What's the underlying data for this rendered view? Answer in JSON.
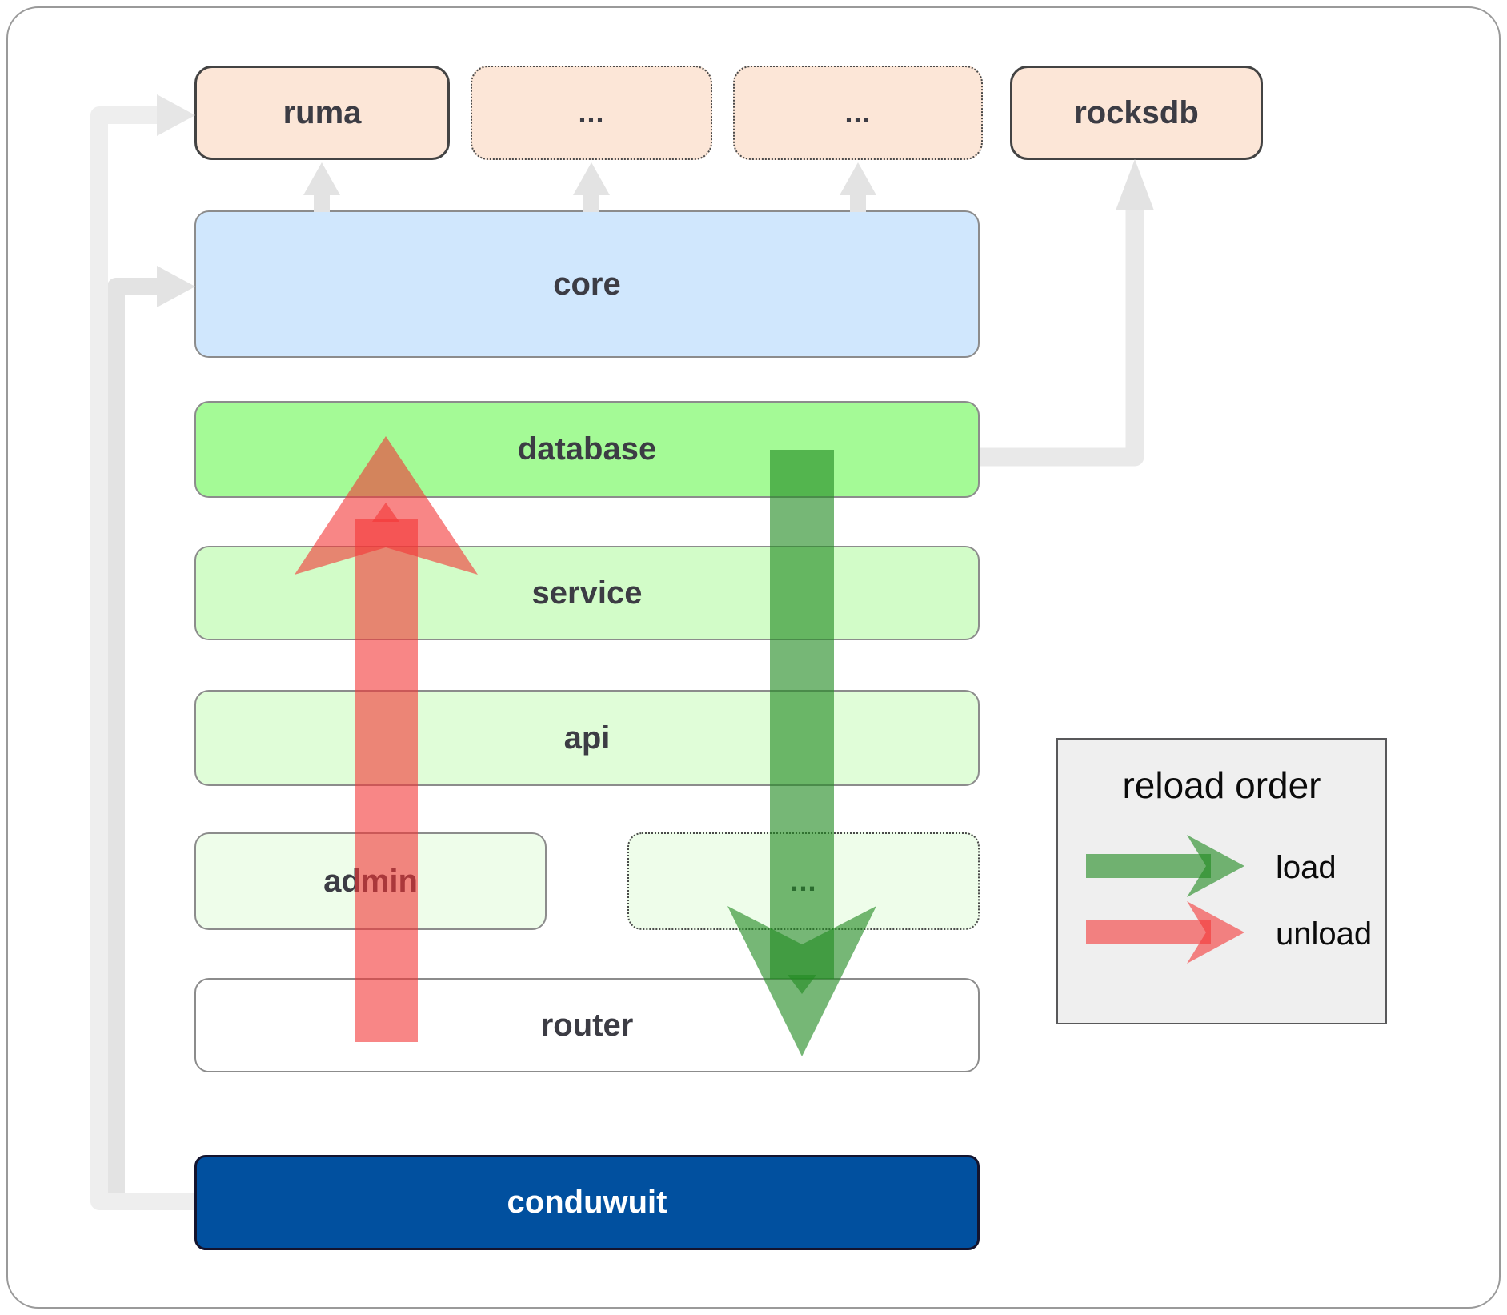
{
  "boxes": {
    "ruma": "ruma",
    "dots_top_left": "...",
    "dots_top_right": "...",
    "rocksdb": "rocksdb",
    "core": "core",
    "database": "database",
    "service": "service",
    "api": "api",
    "admin": "admin",
    "dots_admin_row": "...",
    "router": "router",
    "conduwuit": "conduwuit"
  },
  "legend": {
    "title": "reload order",
    "load_label": "load",
    "unload_label": "unload"
  },
  "colors": {
    "peach": "#fce6d7",
    "core_blue": "#d0e7fd",
    "database_green": "#a4fa96",
    "service_green": "#d2fcc8",
    "api_green": "#e0fdd8",
    "admin_green": "#eefdea",
    "router_white": "#ffffff",
    "conduwuit_blue": "#01509f",
    "load_arrow_green": "#228b22",
    "unload_arrow_red": "#f43636",
    "connector_gray": "#ececec",
    "legend_bg": "#efefef"
  }
}
